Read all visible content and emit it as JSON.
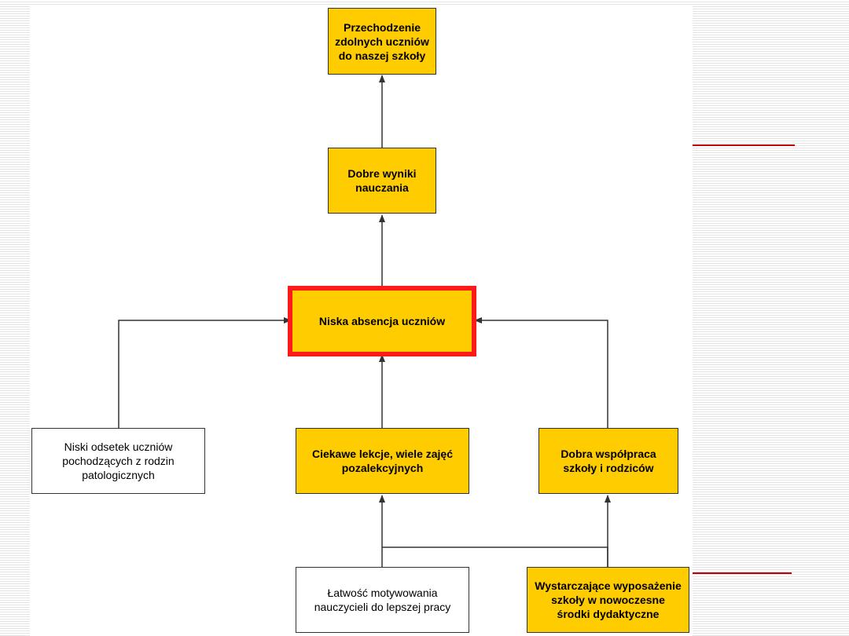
{
  "colors": {
    "effect_fill": "#ffcc00",
    "neutral_fill": "#ffffff",
    "focus_border": "#ff1a1a",
    "accent_rule": "#c00000",
    "arrow": "#333333"
  },
  "diagram": {
    "nodes": {
      "talent_inflow": "Przechodzenie zdolnych uczniów do naszej szkoły",
      "good_results": "Dobre wyniki nauczania",
      "low_absence": "Niska absencja uczniów",
      "few_pathological": "Niski odsetek uczniów pochodzących z rodzin patologicznych",
      "interesting_lessons": "Ciekawe lekcje, wiele zajęć pozalekcyjnych",
      "parent_cooperation": "Dobra współpraca szkoły i rodziców",
      "teacher_motivation": "Łatwość motywowania nauczycieli do lepszej pracy",
      "equipment": "Wystarczające wyposażenie szkoły w nowoczesne środki dydaktyczne"
    },
    "edges": [
      {
        "from": "good_results",
        "to": "talent_inflow"
      },
      {
        "from": "low_absence",
        "to": "good_results"
      },
      {
        "from": "few_pathological",
        "to": "low_absence"
      },
      {
        "from": "interesting_lessons",
        "to": "low_absence"
      },
      {
        "from": "parent_cooperation",
        "to": "low_absence"
      },
      {
        "from": "teacher_motivation",
        "to": "interesting_lessons"
      },
      {
        "from": "equipment",
        "to": "interesting_lessons"
      },
      {
        "from": "equipment",
        "to": "parent_cooperation"
      }
    ]
  }
}
